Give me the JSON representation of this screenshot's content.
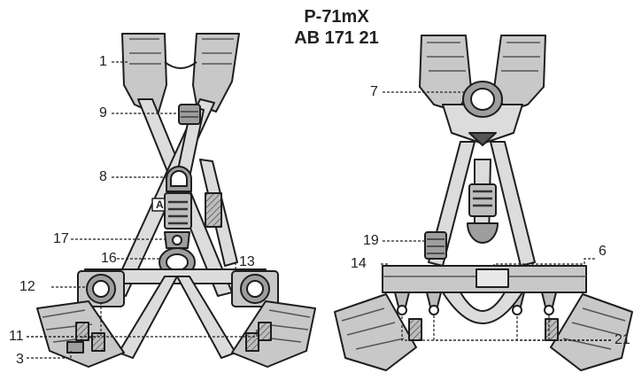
{
  "header": {
    "model": "P-71mX",
    "code": "AB 171 21"
  },
  "buckle_letter": "A",
  "callouts": [
    "1",
    "9",
    "8",
    "17",
    "16",
    "13",
    "12",
    "11",
    "3",
    "7",
    "19",
    "14",
    "6",
    "21"
  ],
  "colors": {
    "strap": "#dcdcdc",
    "strap_outline": "#1e1e1e",
    "pad": "#bdbdbd",
    "metal": "#9e9e9e",
    "dark": "#555555",
    "text": "#222222"
  }
}
